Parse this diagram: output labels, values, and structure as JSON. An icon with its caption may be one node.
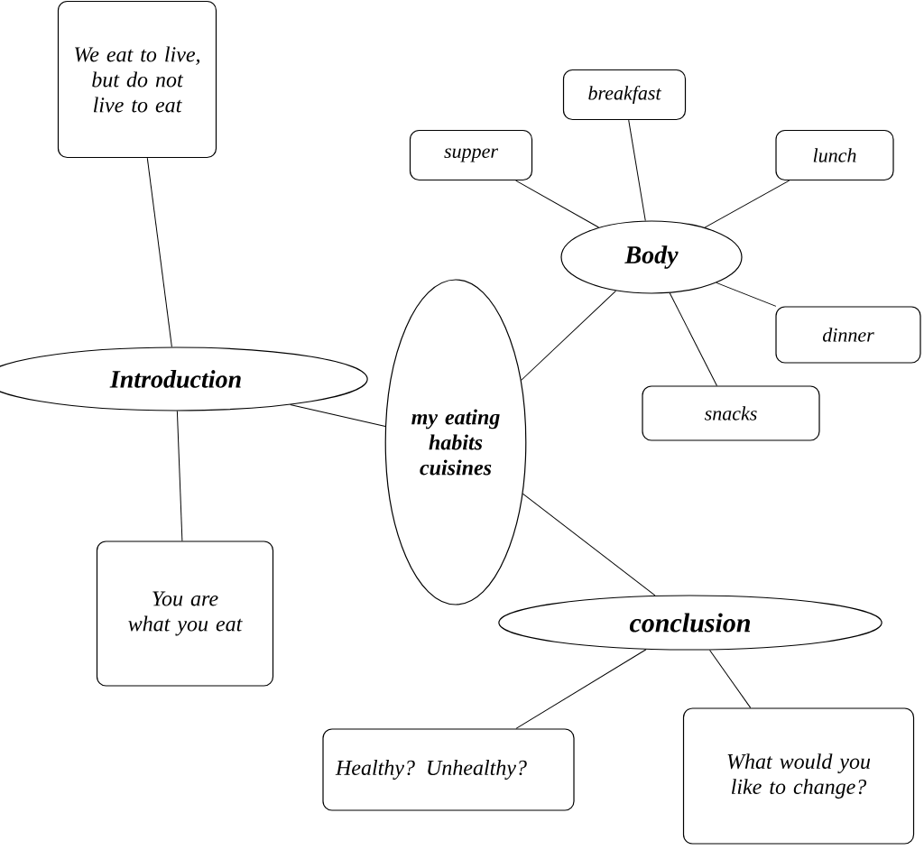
{
  "diagram": {
    "nodes": [
      {
        "text": [
          "We eat to live, but do not live to eat"
        ]
      },
      {
        "text": [
          "breakfast"
        ]
      },
      {
        "text": [
          "supper"
        ]
      },
      {
        "text": [
          "lunch"
        ]
      },
      {
        "text": [
          "Body"
        ]
      },
      {
        "text": [
          "dinner"
        ]
      },
      {
        "text": [
          "Introduction"
        ]
      },
      {
        "text": [
          "my eating habits cuisines"
        ]
      },
      {
        "text": [
          "snacks"
        ]
      },
      {
        "text": [
          "You are what you eat"
        ]
      },
      {
        "text": [
          "conclusion"
        ]
      },
      {
        "text": [
          "Healthy? Unhealthy?"
        ]
      },
      {
        "text": [
          "What would you like to change?"
        ]
      }
    ],
    "edges": [
      {
        "from": 0,
        "to": 6,
        "arrow": "none"
      },
      {
        "from": 6,
        "to": 7,
        "arrow": "none"
      },
      {
        "from": 6,
        "to": 9,
        "arrow": "none"
      },
      {
        "from": 7,
        "to": 4,
        "arrow": "none"
      },
      {
        "from": 4,
        "to": 2,
        "arrow": "none"
      },
      {
        "from": 4,
        "to": 1,
        "arrow": "none"
      },
      {
        "from": 4,
        "to": 3,
        "arrow": "none"
      },
      {
        "from": 4,
        "to": 5,
        "arrow": "none"
      },
      {
        "from": 4,
        "to": 8,
        "arrow": "none"
      },
      {
        "from": 7,
        "to": 10,
        "arrow": "none"
      },
      {
        "from": 10,
        "to": 11,
        "arrow": "none"
      },
      {
        "from": 10,
        "to": 12,
        "arrow": "none"
      }
    ]
  }
}
